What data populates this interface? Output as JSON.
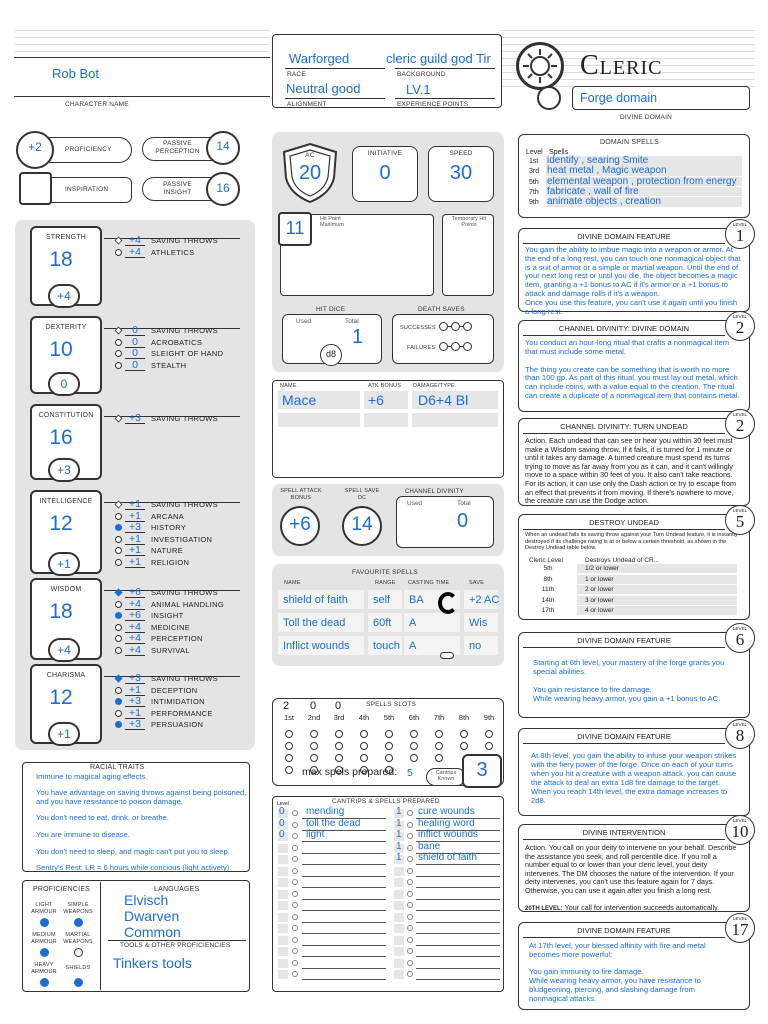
{
  "header": {
    "character_name": "Rob Bot",
    "character_name_label": "CHARACTER NAME",
    "race": "Warforged",
    "race_label": "RACE",
    "background": "cleric guild god Tir",
    "background_label": "BACKGROUND",
    "alignment": "Neutral good",
    "alignment_label": "ALIGNMENT",
    "xp": "LV.1",
    "xp_label": "EXPERIENCE POINTS",
    "class_title": "Cleric",
    "domain": "Forge domain",
    "domain_label": "DIVINE DOMAIN"
  },
  "proficiency": {
    "value": "+2",
    "label": "PROFICIENCY"
  },
  "inspiration": {
    "label": "INSPIRATION"
  },
  "passive_perception": {
    "label": "PASSIVE PERCEPTION",
    "value": "14"
  },
  "passive_insight": {
    "label": "PASSIVE INSIGHT",
    "value": "16"
  },
  "abilities": [
    {
      "name": "STRENGTH",
      "score": "18",
      "mod": "+4",
      "skills": [
        {
          "value": "+4",
          "label": "SAVING THROWS",
          "filled": false
        },
        {
          "value": "+4",
          "label": "ATHLETICS",
          "filled": false
        }
      ]
    },
    {
      "name": "DEXTERITY",
      "score": "10",
      "mod": "0",
      "skills": [
        {
          "value": "0",
          "label": "SAVING THROWS",
          "filled": false
        },
        {
          "value": "0",
          "label": "ACROBATICS",
          "filled": false
        },
        {
          "value": "0",
          "label": "SLEIGHT OF HAND",
          "filled": false
        },
        {
          "value": "0",
          "label": "STEALTH",
          "filled": false
        }
      ]
    },
    {
      "name": "CONSTITUTION",
      "score": "16",
      "mod": "+3",
      "skills": [
        {
          "value": "+3",
          "label": "SAVING THROWS",
          "filled": false
        }
      ]
    },
    {
      "name": "INTELLIGENCE",
      "score": "12",
      "mod": "+1",
      "skills": [
        {
          "value": "+1",
          "label": "SAVING THROWS",
          "filled": false
        },
        {
          "value": "+1",
          "label": "ARCANA",
          "filled": false
        },
        {
          "value": "+3",
          "label": "HISTORY",
          "filled": true
        },
        {
          "value": "+1",
          "label": "INVESTIGATION",
          "filled": false
        },
        {
          "value": "+1",
          "label": "NATURE",
          "filled": false
        },
        {
          "value": "+1",
          "label": "RELIGION",
          "filled": false
        }
      ]
    },
    {
      "name": "WISDOM",
      "score": "18",
      "mod": "+4",
      "skills": [
        {
          "value": "+6",
          "label": "SAVING THROWS",
          "filled": true
        },
        {
          "value": "+4",
          "label": "ANIMAL HANDLING",
          "filled": false
        },
        {
          "value": "+6",
          "label": "INSIGHT",
          "filled": true
        },
        {
          "value": "+4",
          "label": "MEDICINE",
          "filled": false
        },
        {
          "value": "+4",
          "label": "PERCEPTION",
          "filled": false
        },
        {
          "value": "+4",
          "label": "SURVIVAL",
          "filled": false
        }
      ]
    },
    {
      "name": "CHARISMA",
      "score": "12",
      "mod": "+1",
      "skills": [
        {
          "value": "+3",
          "label": "SAVING THROWS",
          "filled": true
        },
        {
          "value": "+1",
          "label": "DECEPTION",
          "filled": false
        },
        {
          "value": "+3",
          "label": "INTIMIDATION",
          "filled": true
        },
        {
          "value": "+1",
          "label": "PERFORMANCE",
          "filled": false
        },
        {
          "value": "+3",
          "label": "PERSUASION",
          "filled": true
        }
      ]
    }
  ],
  "combat": {
    "ac_label": "AC",
    "ac": "20",
    "initiative_label": "INITIATIVE",
    "initiative": "0",
    "speed_label": "SPEED",
    "speed": "30",
    "hp_max": "11",
    "hp_max_label": "Hit Point Maximum",
    "temp_hp_label": "Temporary Hit Points",
    "hit_dice_label": "HIT DICE",
    "hit_dice_used_label": "Used",
    "hit_dice_total_label": "Total",
    "hit_dice_total": "1",
    "hit_die": "d8",
    "death_saves_label": "DEATH SAVES",
    "successes_label": "SUCCESSES",
    "failures_label": "FAILURES"
  },
  "attacks": {
    "name_label": "NAME",
    "bonus_label": "ATK BONUS",
    "damage_label": "DAMAGE/TYPE",
    "rows": [
      {
        "name": "Mace",
        "bonus": "+6",
        "damage": "D6+4 Bl"
      }
    ]
  },
  "spellcasting": {
    "attack_label": "SPELL ATTACK BONUS",
    "attack": "+6",
    "dc_label": "SPELL SAVE DC",
    "dc": "14",
    "channel_label": "CHANNEL DIVINITY",
    "channel_used_label": "Used",
    "channel_total_label": "Total",
    "channel_total": "0"
  },
  "favourite_spells": {
    "title": "FAVOURITE SPELLS",
    "name_label": "NAME",
    "range_label": "RANGE",
    "time_label": "CASTING TIME",
    "save_label": "SAVE",
    "rows": [
      {
        "name": "shield of faith",
        "range": "self",
        "time": "BA",
        "save": "+2 AC"
      },
      {
        "name": "Toll the dead",
        "range": "60ft",
        "time": "A",
        "save": "Wis"
      },
      {
        "name": "Inflict wounds",
        "range": "touch",
        "time": "A",
        "save": "no"
      }
    ]
  },
  "spell_slots": {
    "title": "SPELLS SLOTS",
    "counts": [
      "2",
      "0",
      "0"
    ],
    "levels": [
      "1st",
      "2nd",
      "3rd",
      "4th",
      "5th",
      "6th",
      "7th",
      "8th",
      "9th"
    ],
    "max_prepared_label": "max spels prepared:",
    "max_prepared": "5",
    "cantrips_label": "Cantrips Known",
    "cantrips_known": "3"
  },
  "cantrips_prepared": {
    "title": "CANTRIPS & SPELLS PREPARED",
    "level_label": "Level",
    "left": [
      {
        "level": "0",
        "name": "mending"
      },
      {
        "level": "0",
        "name": "toll the dead"
      },
      {
        "level": "0",
        "name": "light"
      }
    ],
    "right": [
      {
        "level": "1",
        "name": "cure wounds"
      },
      {
        "level": "1",
        "name": "healing word"
      },
      {
        "level": "1",
        "name": "inflict wounds"
      },
      {
        "level": "1",
        "name": "bane"
      },
      {
        "level": "1",
        "name": "shield of faith"
      }
    ]
  },
  "racial_traits": {
    "title": "RACIAL TRAITS",
    "items": [
      "Immune to magical aging effects.",
      "You have advantage on saving throws against being poisoned, and you have resistance to poison damage.",
      "You don't need to eat, drink, or breathe.",
      "You are immune to disease.",
      "You don't need to sleep, and magic can't put you to sleep.",
      "Sentry's Rest: LR = 6 hours while concious (light activety)"
    ]
  },
  "proficiencies": {
    "title": "PROFICIENCIES",
    "items": [
      "LIGHT ARMOUR",
      "SIMPLE WEAPONS",
      "MEDIUM ARMOUR",
      "MARTIAL WEAPONS",
      "HEAVY ARMOUR",
      "SHIELDS"
    ]
  },
  "languages": {
    "title": "LANGUAGES",
    "items": [
      "Elvisch",
      "Dwarven",
      "Common"
    ],
    "tools_label": "TOOLS & OTHER PROFICIENCIES",
    "tools": "Tinkers tools"
  },
  "domain_spells": {
    "title": "DOMAIN SPELLS",
    "level_label": "Level",
    "spells_label": "Spells",
    "rows": [
      {
        "level": "1st",
        "spells": "identify , searing Smite"
      },
      {
        "level": "3rd",
        "spells": "heat metal , Magic weapon"
      },
      {
        "level": "5th",
        "spells": "elemental weapon , protection from energy"
      },
      {
        "level": "7th",
        "spells": "fabricate , wall of fire"
      },
      {
        "level": "9th",
        "spells": "animate objects , creation"
      }
    ]
  },
  "features": {
    "f1": {
      "title": "DIVINE DOMAIN FEATURE",
      "level": "1",
      "paras": [
        "You gain the ability to imbue magic into a weapon or armor. At the end of a long rest, you can touch one nonmagical object that is a suit of armor or a simple or martial weapon. Until the end of your next long rest or until you die, the object becomes a magic item, granting a +1 bonus to AC if it's armor or a +1 bonus to attack and damage rolls if it's a weapon.",
        "Once you use this feature, you can't use it again until you finish a long rest."
      ]
    },
    "f2": {
      "title": "CHANNEL DIVINITY: DIVINE DOMAIN",
      "level": "2",
      "paras": [
        "You conduct an hour-long ritual that crafts a nonmagical item that must include some metal.",
        "The thing you create can be something that is worth no more than 100 gp. As part of this ritual, you must lay out metal, which can include coins, with a value equal to the creation. The ritual can create a duplicate of a nonmagical item that contains metal."
      ]
    },
    "f3": {
      "title": "CHANNEL DIVINITY: TURN UNDEAD",
      "level": "2",
      "paras": [
        "Action. Each undead that can see or hear you within 30 feet must make a Wisdom saving throw. If it fails, it is turned for 1 minute or until it takes any damage. A turned creature must spend its turns trying to move as far away from you as it can, and it can't willingly move to a space within 30 feet of you. It also can't take reactions. For its action, it can use only the Dash action or try to escape from an effect that prevents it from moving. If there's nowhere to move, the creature can use the Dodge action."
      ]
    },
    "f4": {
      "title": "DESTROY UNDEAD",
      "level": "5",
      "intro": "When an undead fails its saving throw against your Turn Undead feature, it is instantly destroyed if its challenge rating is at or below a certain threshold, as shown in the Destroy Undead table below.",
      "col1": "Cleric Level",
      "col2": "Destroys Undead of CR...",
      "rows": [
        {
          "lvl": "5th",
          "cr": "1/2 or lower"
        },
        {
          "lvl": "8th",
          "cr": "1 or lower"
        },
        {
          "lvl": "11th",
          "cr": "2 or lower"
        },
        {
          "lvl": "14th",
          "cr": "3 or lower"
        },
        {
          "lvl": "17th",
          "cr": "4 or lower"
        }
      ]
    },
    "f5": {
      "title": "DIVINE DOMAIN FEATURE",
      "level": "6",
      "paras": [
        "Starting at 6th level, your mastery of the forge grants you special abilities.",
        "You gain resistance to fire damage.\nWhile wearing heavy armor, you gain a +1 bonus to AC."
      ]
    },
    "f6": {
      "title": "DIVINE DOMAIN FEATURE",
      "level": "8",
      "paras": [
        "At 8th level, you gain the ability to infuse your weapon strikes with the fiery power of the forge. Once on each of your turns when you hit a creature with a weapon attack, you can cause the attack to deal an extra 1d8 fire damage to the target. When you reach 14th level, the extra damage increases to 2d8."
      ]
    },
    "f7": {
      "title": "DIVINE INTERVENTION",
      "level": "10",
      "paras": [
        "Action. You call on your deity to intervene on your behalf. Describe the assistance you seek, and roll percentile dice. If you roll a number equal to or lower than your cleric level, your deity intervenes. The DM chooses the nature of the intervention. If your deity intervenes, you can't use this feature again for 7 days. Otherwise, you can use it again after you finish a long rest."
      ],
      "footer_label": "20TH LEVEL:",
      "footer": "Your call for intervention succeeds automatically."
    },
    "f8": {
      "title": "DIVINE DOMAIN FEATURE",
      "level": "17",
      "paras": [
        "At 17th level, your blessed affinity with fire and metal becomes more powerful:",
        "You gain immunity to fire damage.\nWhile wearing heavy armor, you have resistance to bludgeoning, piercing, and slashing damage from nonmagical attacks."
      ]
    }
  }
}
